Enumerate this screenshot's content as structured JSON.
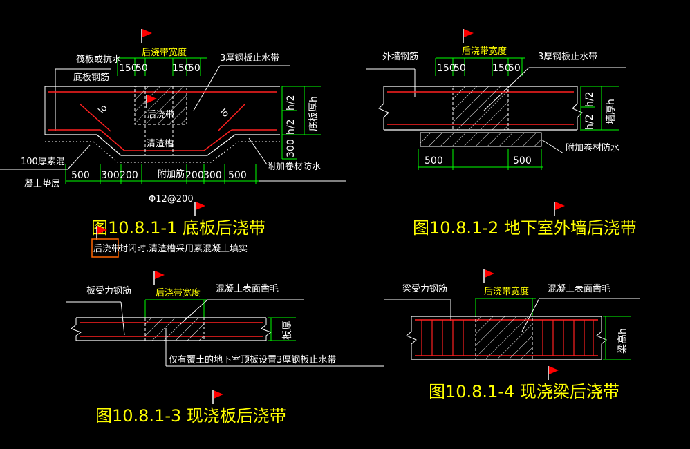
{
  "colors": {
    "background": "#000000",
    "concrete": "#ffffff",
    "rebar": "#ff2020",
    "dimension": "#00ff00",
    "title": "#ffff00",
    "label": "#ffffff",
    "hatch": "#ffffff",
    "flag": "#ff0000",
    "highlight": "#ff6600"
  },
  "fig1": {
    "title": "图10.8.1-1  底板后浇带",
    "band_width": "后浇带宽度",
    "label_raft": "筏板或抗水",
    "label_bottom_rebar": "底板钢筋",
    "label_steel_stop": "3厚钢板止水带",
    "label_band": "后浇带",
    "label_groove": "清渣槽",
    "label_cushion_1": "100厚素混",
    "label_cushion_2": "凝土垫层",
    "label_extra_rebar": "附加筋",
    "label_rebar_spec": "Φ12@200",
    "label_waterproof": "附加卷材防水",
    "label_thickness": "底板厚h",
    "h_half_1": "h/2",
    "h_half_2": "h/2",
    "lo_1": "lo",
    "lo_2": "lo",
    "dims_top": [
      "150",
      "50",
      "150",
      "50"
    ],
    "dims_bottom": [
      "500",
      "300",
      "200",
      "200",
      "300",
      "500"
    ],
    "dim_right": "300",
    "note_highlight": "后浇带",
    "note_rest": "封闭时,清渣槽采用素混凝土填实"
  },
  "fig2": {
    "title": "图10.8.1-2  地下室外墙后浇带",
    "band_width": "后浇带宽度",
    "label_wall_rebar": "外墙钢筋",
    "label_steel_stop": "3厚钢板止水带",
    "label_thickness": "墙厚h",
    "h_half_1": "h/2",
    "h_half_2": "h/2",
    "label_waterproof": "附加卷材防水",
    "dims_top": [
      "150",
      "50",
      "150",
      "50"
    ],
    "dims_bottom": [
      "500",
      "500"
    ]
  },
  "fig3": {
    "title": "图10.8.1-3  现浇板后浇带",
    "band_width": "后浇带宽度",
    "label_rebar": "板受力钢筋",
    "label_roughen": "混凝土表面凿毛",
    "label_thickness": "板厚",
    "note": "仅有覆土的地下室顶板设置3厚钢板止水带"
  },
  "fig4": {
    "title": "图10.8.1-4  现浇梁后浇带",
    "band_width": "后浇带宽度",
    "label_rebar": "梁受力钢筋",
    "label_roughen": "混凝土表面凿毛",
    "label_height": "梁高h"
  }
}
